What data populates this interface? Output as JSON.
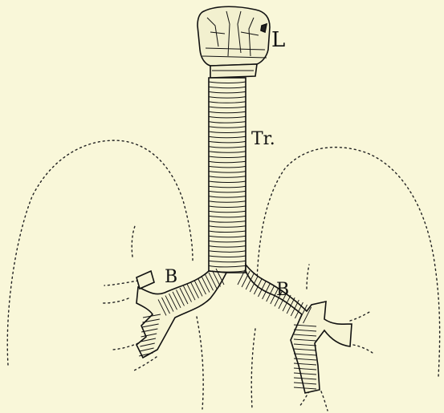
{
  "labels": {
    "larynx": "L",
    "trachea": "Tr.",
    "bronchus_left": "B",
    "bronchus_right": "B"
  },
  "colors": {
    "background": "#f9f7d9",
    "ink": "#111111"
  }
}
